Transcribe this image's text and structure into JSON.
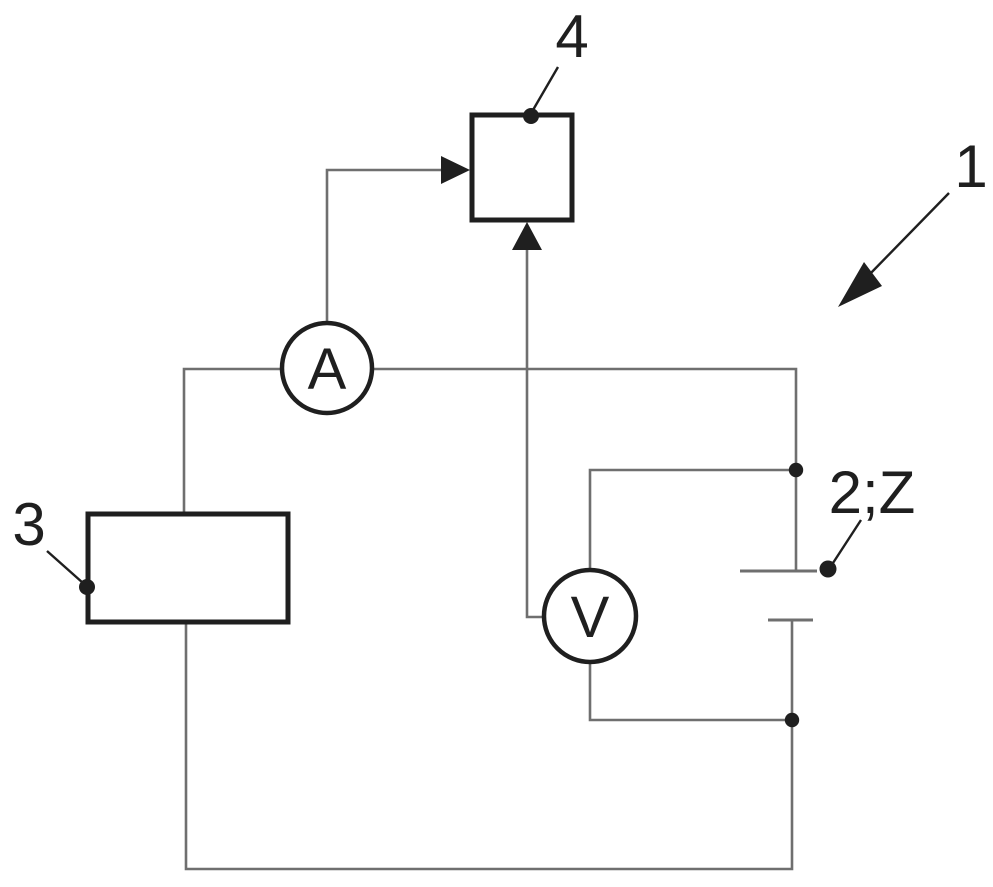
{
  "diagram": {
    "kind": "circuit-schematic",
    "colors": {
      "background": "#ffffff",
      "wire": "#6f6f6f",
      "ink": "#1f1f1f"
    },
    "labels": {
      "ref1": "1",
      "ref2": "2;Z",
      "ref3": "3",
      "ref4": "4",
      "ammeter": "A",
      "voltmeter": "V"
    },
    "components": [
      {
        "ref": "1",
        "type": "assembly-reference-arrow"
      },
      {
        "ref": "2;Z",
        "type": "battery-cell"
      },
      {
        "ref": "3",
        "type": "rectangular-block"
      },
      {
        "ref": "4",
        "type": "rectangular-block"
      },
      {
        "ref": "A",
        "type": "ammeter"
      },
      {
        "ref": "V",
        "type": "voltmeter"
      }
    ]
  }
}
